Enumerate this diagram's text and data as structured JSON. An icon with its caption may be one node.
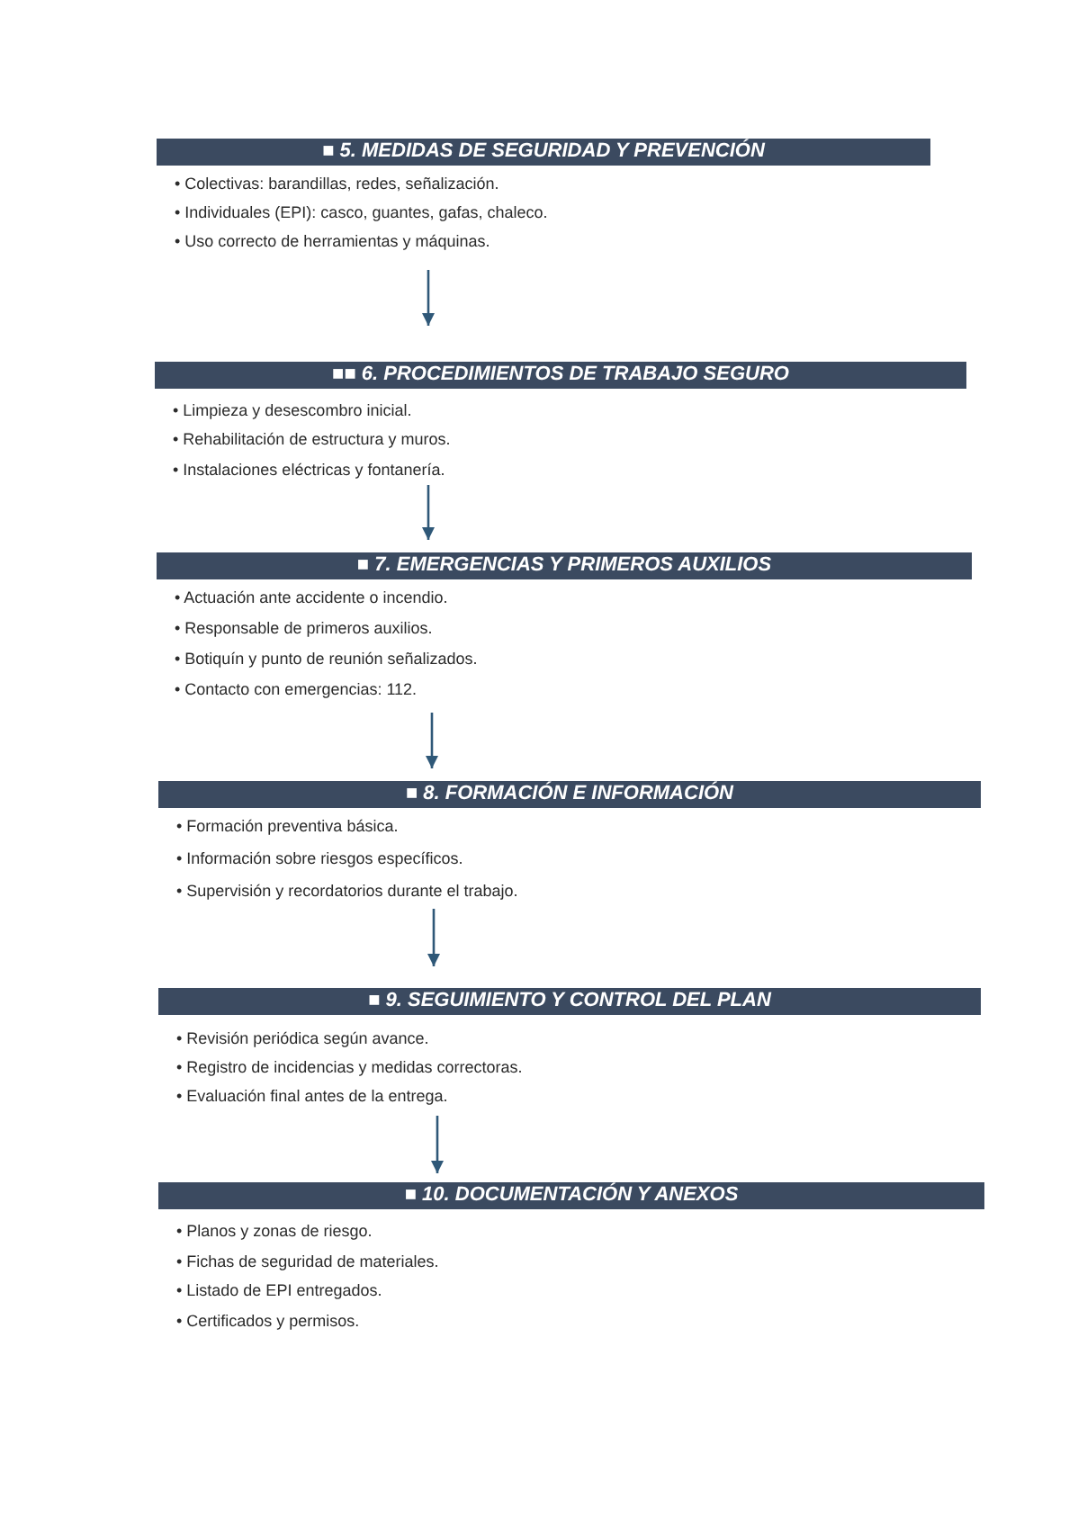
{
  "diagram": {
    "nodes": [
      {
        "text": [
          "■ 5. MEDIDAS DE SEGURIDAD Y PREVENCIÓN",
          "• Colectivas: barandillas, redes, señalización.",
          "• Individuales (EPI): casco, guantes, gafas, chaleco.",
          "• Uso correcto de herramientas y máquinas."
        ]
      },
      {
        "text": [
          "■■ 6. PROCEDIMIENTOS DE TRABAJO SEGURO",
          "• Limpieza y desescombro inicial.",
          "• Rehabilitación de estructura y muros.",
          "• Instalaciones eléctricas y fontanería."
        ]
      },
      {
        "text": [
          "■ 7. EMERGENCIAS Y PRIMEROS AUXILIOS",
          "• Actuación ante accidente o incendio.",
          "• Responsable de primeros auxilios.",
          "• Botiquín y punto de reunión señalizados.",
          "• Contacto con emergencias: 112."
        ]
      },
      {
        "text": [
          "■ 8. FORMACIÓN E INFORMACIÓN",
          "• Formación preventiva básica.",
          "• Información sobre riesgos específicos.",
          "• Supervisión y recordatorios durante el trabajo."
        ]
      },
      {
        "text": [
          "■ 9. SEGUIMIENTO Y CONTROL DEL PLAN",
          "• Revisión periódica según avance.",
          "• Registro de incidencias y medidas correctoras.",
          "• Evaluación final antes de la entrega."
        ]
      },
      {
        "text": [
          "■ 10. DOCUMENTACIÓN Y ANEXOS",
          "• Planos y zonas de riesgo.",
          "• Fichas de seguridad de materiales.",
          "• Listado de EPI entregados.",
          "• Certificados y permisos."
        ]
      }
    ],
    "edges": [
      {
        "from": 0,
        "to": 1,
        "arrow": "to"
      },
      {
        "from": 1,
        "to": 2,
        "arrow": "to"
      },
      {
        "from": 2,
        "to": 3,
        "arrow": "to"
      },
      {
        "from": 3,
        "to": 4,
        "arrow": "to"
      },
      {
        "from": 4,
        "to": 5,
        "arrow": "to"
      }
    ]
  }
}
